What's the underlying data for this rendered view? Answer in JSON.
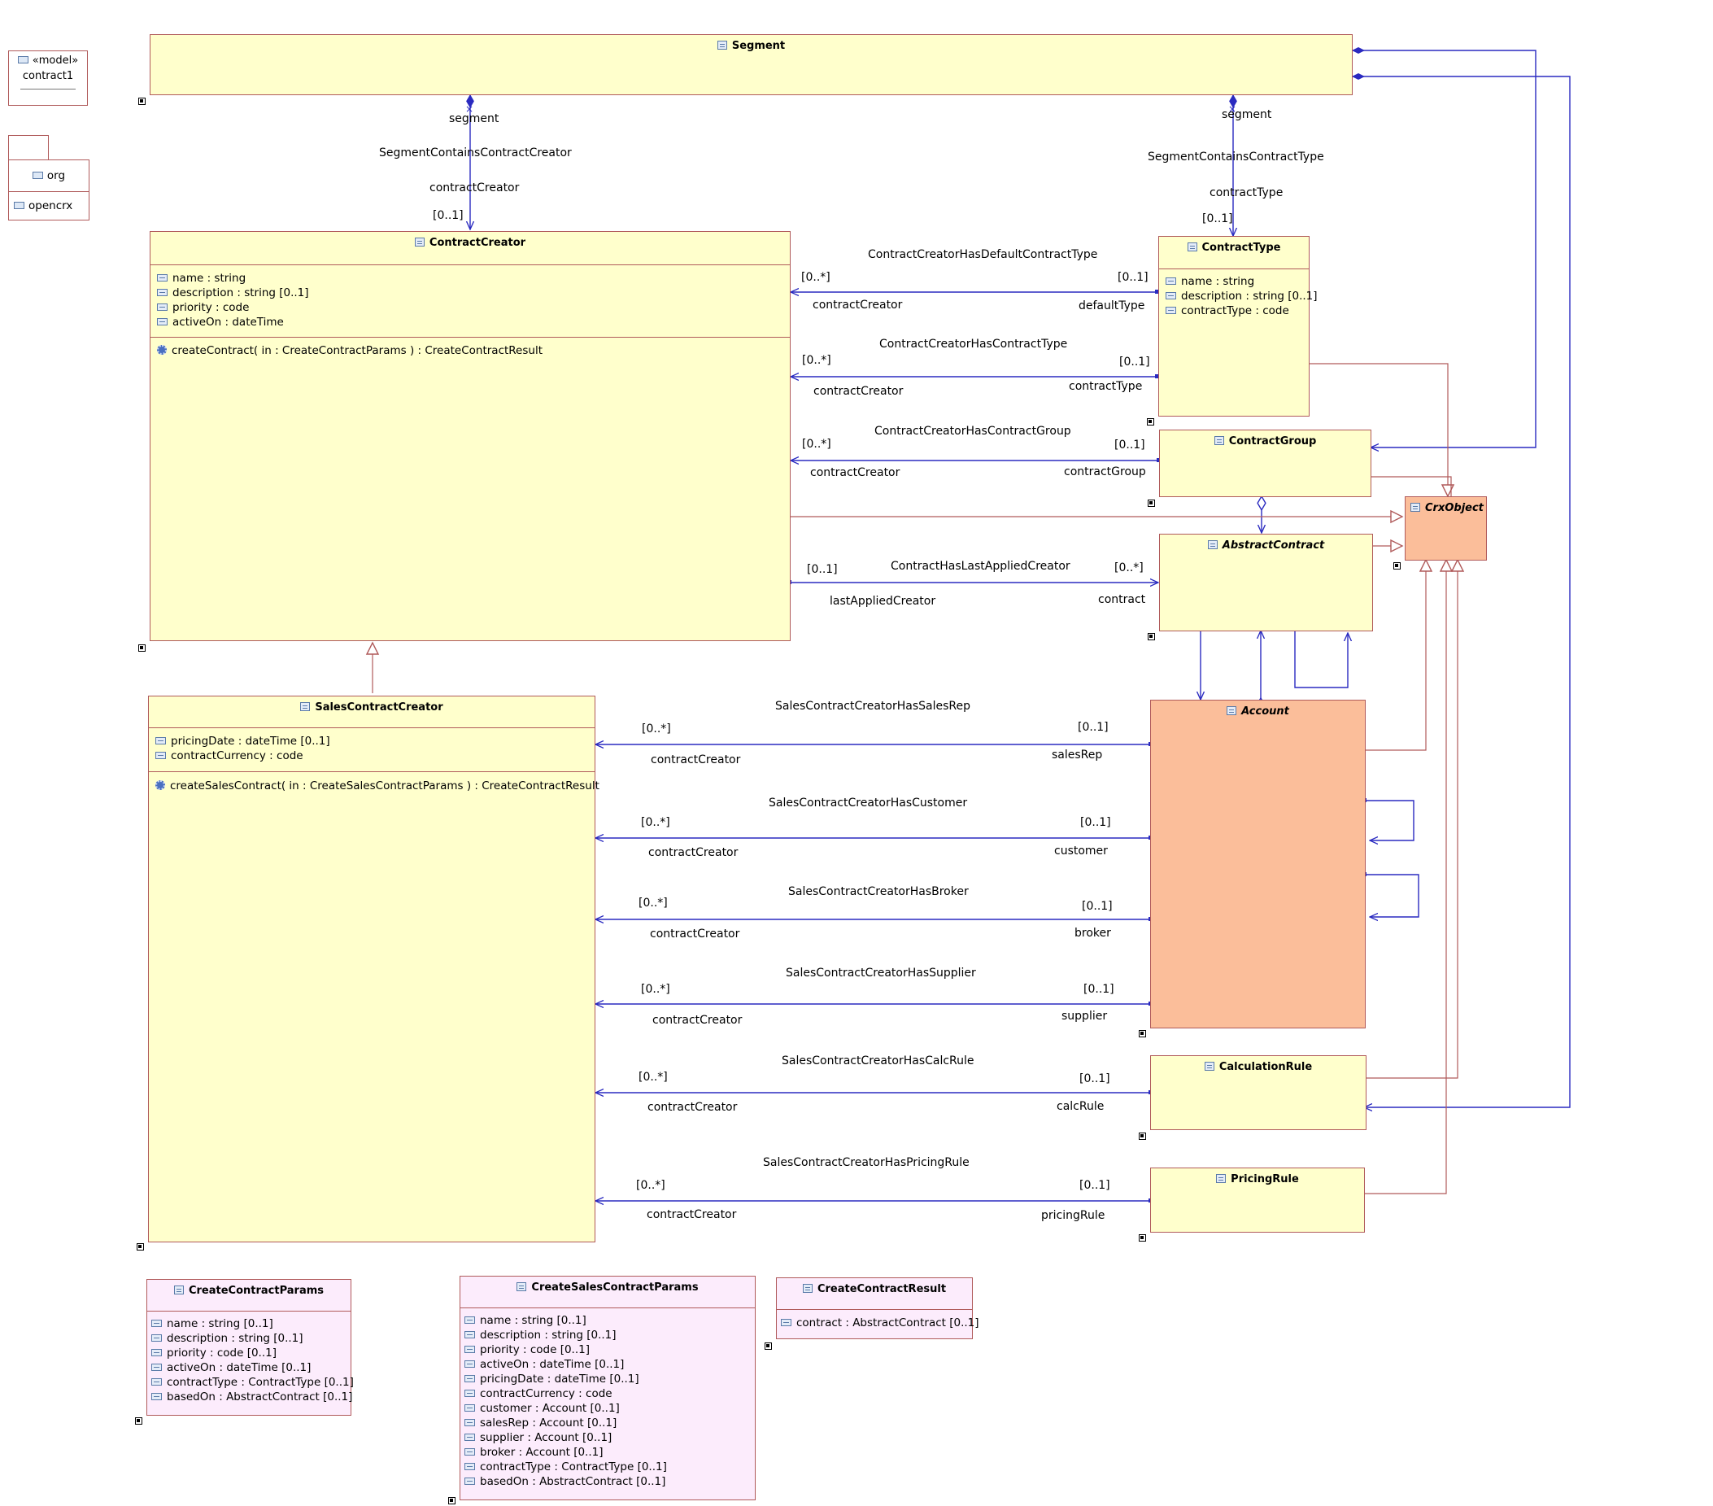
{
  "model": {
    "stereotype": "«model»",
    "name": "contract1"
  },
  "packages": {
    "top": "org",
    "bottom": "opencrx"
  },
  "classes": {
    "segment": {
      "name": "Segment"
    },
    "contract_creator": {
      "name": "ContractCreator",
      "attributes": [
        "name : string",
        "description : string [0..1]",
        "priority : code",
        "activeOn : dateTime"
      ],
      "operations": [
        "createContract( in : CreateContractParams ) : CreateContractResult"
      ]
    },
    "contract_type": {
      "name": "ContractType",
      "attributes": [
        "name : string",
        "description : string [0..1]",
        "contractType : code"
      ]
    },
    "contract_group": {
      "name": "ContractGroup"
    },
    "crx_object": {
      "name": "CrxObject"
    },
    "abstract_contract": {
      "name": "AbstractContract"
    },
    "sales_contract_creator": {
      "name": "SalesContractCreator",
      "attributes": [
        "pricingDate : dateTime [0..1]",
        "contractCurrency : code"
      ],
      "operations": [
        "createSalesContract( in : CreateSalesContractParams ) : CreateContractResult"
      ]
    },
    "account": {
      "name": "Account"
    },
    "calculation_rule": {
      "name": "CalculationRule"
    },
    "pricing_rule": {
      "name": "PricingRule"
    },
    "create_contract_params": {
      "name": "CreateContractParams",
      "attributes": [
        "name : string [0..1]",
        "description : string [0..1]",
        "priority : code [0..1]",
        "activeOn : dateTime [0..1]",
        "contractType : ContractType [0..1]",
        "basedOn : AbstractContract [0..1]"
      ]
    },
    "create_sales_contract_params": {
      "name": "CreateSalesContractParams",
      "attributes": [
        "name : string [0..1]",
        "description : string [0..1]",
        "priority : code [0..1]",
        "activeOn : dateTime [0..1]",
        "pricingDate : dateTime [0..1]",
        "contractCurrency : code",
        "customer : Account [0..1]",
        "salesRep : Account [0..1]",
        "supplier : Account [0..1]",
        "broker : Account [0..1]",
        "contractType : ContractType [0..1]",
        "basedOn : AbstractContract [0..1]"
      ]
    },
    "create_contract_result": {
      "name": "CreateContractResult",
      "attributes": [
        "contract : AbstractContract [0..1]"
      ]
    }
  },
  "associations": {
    "seg_creator": {
      "end_a": "segment",
      "name": "SegmentContainsContractCreator",
      "end_b": "contractCreator",
      "mult_b": "[0..1]"
    },
    "seg_type": {
      "end_a": "segment",
      "name": "SegmentContainsContractType",
      "end_b": "contractType",
      "mult_b": "[0..1]"
    },
    "default_type": {
      "name": "ContractCreatorHasDefaultContractType",
      "mult_a": "[0..*]",
      "end_a": "contractCreator",
      "mult_b": "[0..1]",
      "end_b": "defaultType"
    },
    "has_type": {
      "name": "ContractCreatorHasContractType",
      "mult_a": "[0..*]",
      "end_a": "contractCreator",
      "mult_b": "[0..1]",
      "end_b": "contractType"
    },
    "has_group": {
      "name": "ContractCreatorHasContractGroup",
      "mult_a": "[0..*]",
      "end_a": "contractCreator",
      "mult_b": "[0..1]",
      "end_b": "contractGroup"
    },
    "last_applied": {
      "name": "ContractHasLastAppliedCreator",
      "mult_a": "[0..1]",
      "end_a": "lastAppliedCreator",
      "mult_b": "[0..*]",
      "end_b": "contract"
    },
    "sales_rep": {
      "name": "SalesContractCreatorHasSalesRep",
      "mult_a": "[0..*]",
      "end_a": "contractCreator",
      "mult_b": "[0..1]",
      "end_b": "salesRep"
    },
    "customer": {
      "name": "SalesContractCreatorHasCustomer",
      "mult_a": "[0..*]",
      "end_a": "contractCreator",
      "mult_b": "[0..1]",
      "end_b": "customer"
    },
    "broker": {
      "name": "SalesContractCreatorHasBroker",
      "mult_a": "[0..*]",
      "end_a": "contractCreator",
      "mult_b": "[0..1]",
      "end_b": "broker"
    },
    "supplier": {
      "name": "SalesContractCreatorHasSupplier",
      "mult_a": "[0..*]",
      "end_a": "contractCreator",
      "mult_b": "[0..1]",
      "end_b": "supplier"
    },
    "calc_rule": {
      "name": "SalesContractCreatorHasCalcRule",
      "mult_a": "[0..*]",
      "end_a": "contractCreator",
      "mult_b": "[0..1]",
      "end_b": "calcRule"
    },
    "pricing_rule": {
      "name": "SalesContractCreatorHasPricingRule",
      "mult_a": "[0..*]",
      "end_a": "contractCreator",
      "mult_b": "[0..1]",
      "end_b": "pricingRule"
    }
  },
  "colors": {
    "class_fill": "#ffffcc",
    "highlight_fill": "#fbbe9a",
    "param_fill": "#fcecfc",
    "border": "#b05a5a",
    "association_line": "#2a2ac0",
    "generalization_line": "#b05a5a"
  }
}
